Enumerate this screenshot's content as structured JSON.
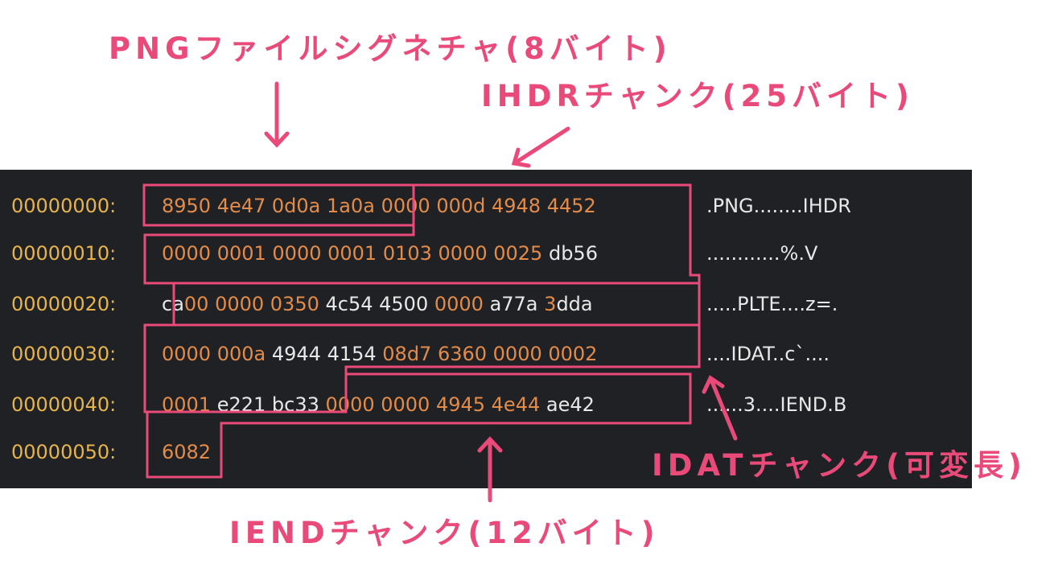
{
  "labels": {
    "png_signature": "PNGファイルシグネチャ(8バイト)",
    "ihdr": "IHDRチャンク(25バイト)",
    "idat": "IDATチャンク(可変長)",
    "iend": "IENDチャンク(12バイト)"
  },
  "dump": [
    {
      "offset": "00000000:",
      "segs": [
        [
          "8950 4e47 0d0a 1a0a ",
          "o"
        ],
        [
          "0000 000d 4948 4452",
          "o"
        ]
      ],
      "ascii": ".PNG........IHDR"
    },
    {
      "offset": "00000010:",
      "segs": [
        [
          "0000 0001 0000 0001 0103 0000 0025 ",
          "o"
        ],
        [
          "db56",
          "w"
        ]
      ],
      "ascii": "............%.V"
    },
    {
      "offset": "00000020:",
      "segs": [
        [
          "ca",
          "w"
        ],
        [
          "00 0000 0350 ",
          "o"
        ],
        [
          "4c54 4500 ",
          "w"
        ],
        [
          "0000 ",
          "o"
        ],
        [
          "a77a ",
          "w"
        ],
        [
          "3",
          "o"
        ],
        [
          "dda",
          "w"
        ]
      ],
      "ascii": ".....PLTE....z=."
    },
    {
      "offset": "00000030:",
      "segs": [
        [
          "0000 000a ",
          "o"
        ],
        [
          "4944 4154 ",
          "w"
        ],
        [
          "08d7 6360 0000 0002",
          "o"
        ]
      ],
      "ascii": "....IDAT..c`...."
    },
    {
      "offset": "00000040:",
      "segs": [
        [
          "0001 ",
          "o"
        ],
        [
          "e221 bc33 ",
          "w"
        ],
        [
          "0000 0000 4945 4e44 ",
          "o"
        ],
        [
          "ae42",
          "w"
        ]
      ],
      "ascii": "......3....IEND.B"
    },
    {
      "offset": "00000050:",
      "segs": [
        [
          "6082",
          "o"
        ]
      ],
      "ascii": ""
    }
  ],
  "colors": {
    "accent": "#e94a7a",
    "panel_background": "#202124",
    "offset_text": "#e6b44c",
    "hex_highlight": "#e38b49",
    "hex_plain": "#e8e8e8"
  }
}
